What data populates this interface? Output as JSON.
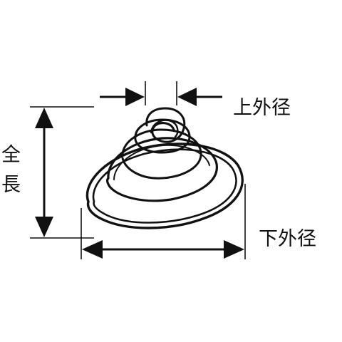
{
  "labels": {
    "top_outer_diameter": "上外径",
    "bottom_outer_diameter": "下外径",
    "total_length_char1": "全",
    "total_length_char2": "長"
  },
  "colors": {
    "line": "#111111",
    "background": "#ffffff"
  }
}
